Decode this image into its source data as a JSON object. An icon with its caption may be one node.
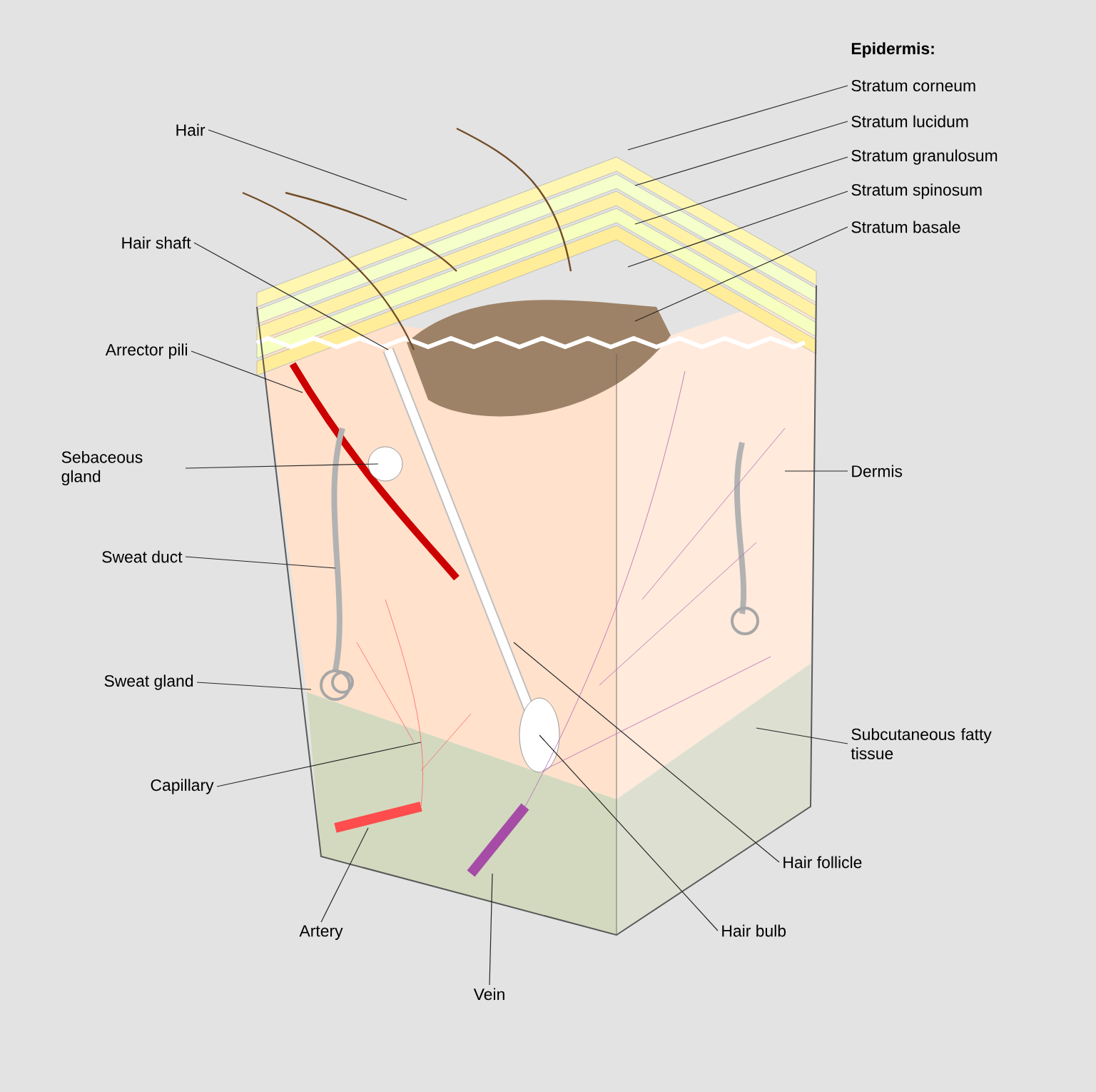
{
  "diagram": {
    "nodes": [
      {
        "text": [
          "Hair"
        ]
      },
      {
        "text": [
          "Hair shaft"
        ]
      },
      {
        "text": [
          "Arrector pili"
        ]
      },
      {
        "text": [
          "Sebaceous gland"
        ]
      },
      {
        "text": [
          "Sweat duct"
        ]
      },
      {
        "text": [
          "Sweat gland"
        ]
      },
      {
        "text": [
          "Capillary"
        ]
      },
      {
        "text": [
          "Artery"
        ]
      },
      {
        "text": [
          "Vein"
        ]
      },
      {
        "text": [
          "Stratum corneum"
        ]
      },
      {
        "text": [
          "Stratum lucidum"
        ]
      },
      {
        "text": [
          "Stratum granulosum"
        ]
      },
      {
        "text": [
          "Stratum spinosum"
        ]
      },
      {
        "text": [
          "Stratum basale"
        ]
      },
      {
        "text": [
          "Dermis"
        ]
      },
      {
        "text": [
          "Subcutaneous fatty tissue"
        ]
      },
      {
        "text": [
          "Hair follicle"
        ]
      },
      {
        "text": [
          "Hair bulb"
        ]
      }
    ],
    "edges": [
      {
        "from": 0,
        "to": null,
        "arrow": "none"
      },
      {
        "from": 1,
        "to": null,
        "arrow": "none"
      },
      {
        "from": 2,
        "to": null,
        "arrow": "none"
      },
      {
        "from": 3,
        "to": null,
        "arrow": "none"
      },
      {
        "from": 4,
        "to": null,
        "arrow": "none"
      },
      {
        "from": 5,
        "to": null,
        "arrow": "none"
      },
      {
        "from": 6,
        "to": null,
        "arrow": "none"
      },
      {
        "from": 7,
        "to": null,
        "arrow": "none"
      },
      {
        "from": 8,
        "to": null,
        "arrow": "none"
      },
      {
        "from": 9,
        "to": null,
        "arrow": "none"
      },
      {
        "from": 10,
        "to": null,
        "arrow": "none"
      },
      {
        "from": 11,
        "to": null,
        "arrow": "none"
      },
      {
        "from": 12,
        "to": null,
        "arrow": "none"
      },
      {
        "from": 13,
        "to": null,
        "arrow": "none"
      },
      {
        "from": 14,
        "to": null,
        "arrow": "none"
      },
      {
        "from": 15,
        "to": null,
        "arrow": "none"
      },
      {
        "from": 16,
        "to": null,
        "arrow": "none"
      },
      {
        "from": 17,
        "to": null,
        "arrow": "none"
      }
    ],
    "labels": [
      "**Epidermis:**"
    ]
  }
}
